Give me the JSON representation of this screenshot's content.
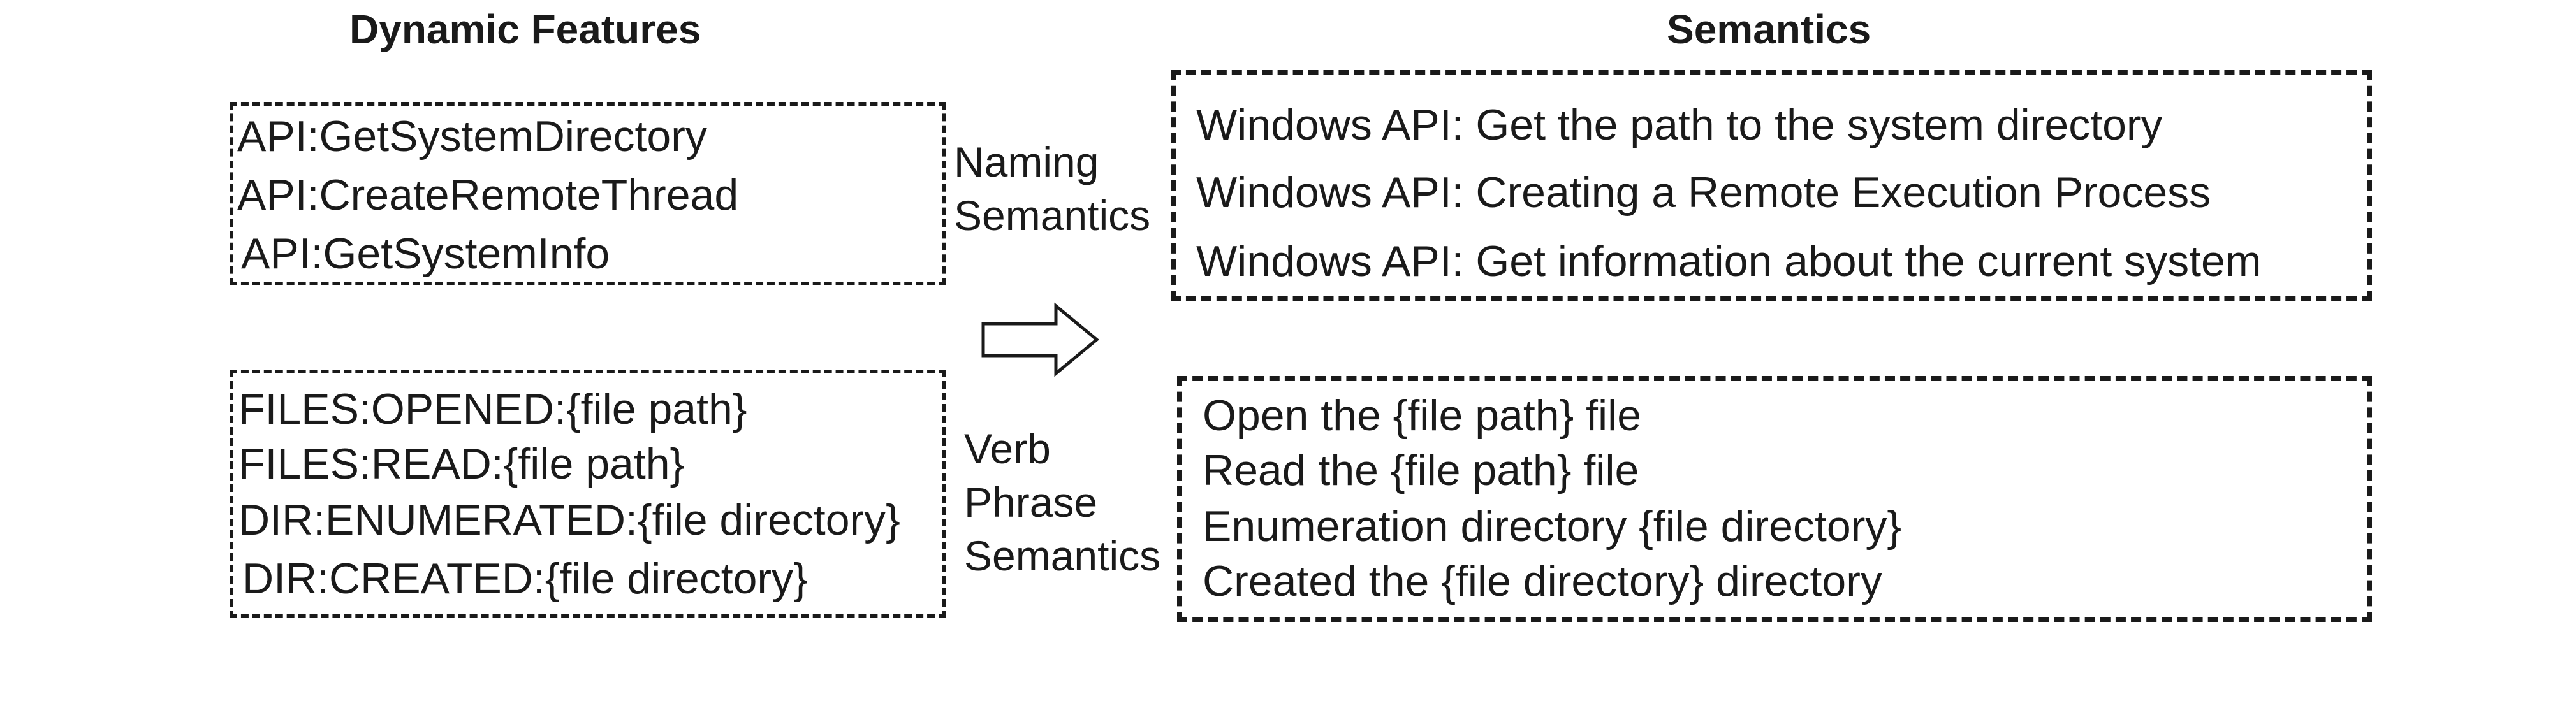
{
  "headings": {
    "left": "Dynamic Features",
    "right": "Semantics"
  },
  "api_features": [
    "API:GetSystemDirectory",
    "API:CreateRemoteThread",
    "API:GetSystemInfo"
  ],
  "behavior_features": [
    "FILES:OPENED:{file path}",
    "FILES:READ:{file path}",
    "DIR:ENUMERATED:{file directory}",
    "DIR:CREATED:{file directory}"
  ],
  "naming_label": [
    "Naming",
    "Semantics"
  ],
  "verb_label": [
    "Verb",
    "Phrase",
    "Semantics"
  ],
  "naming_semantics": [
    "Windows API: Get the path to the system directory",
    "Windows API: Creating a Remote Execution Process",
    "Windows API: Get information about the current system"
  ],
  "verb_semantics": [
    "Open the {file path} file",
    "Read the {file path} file",
    "Enumeration directory {file directory}",
    "Created the {file directory}  directory"
  ]
}
